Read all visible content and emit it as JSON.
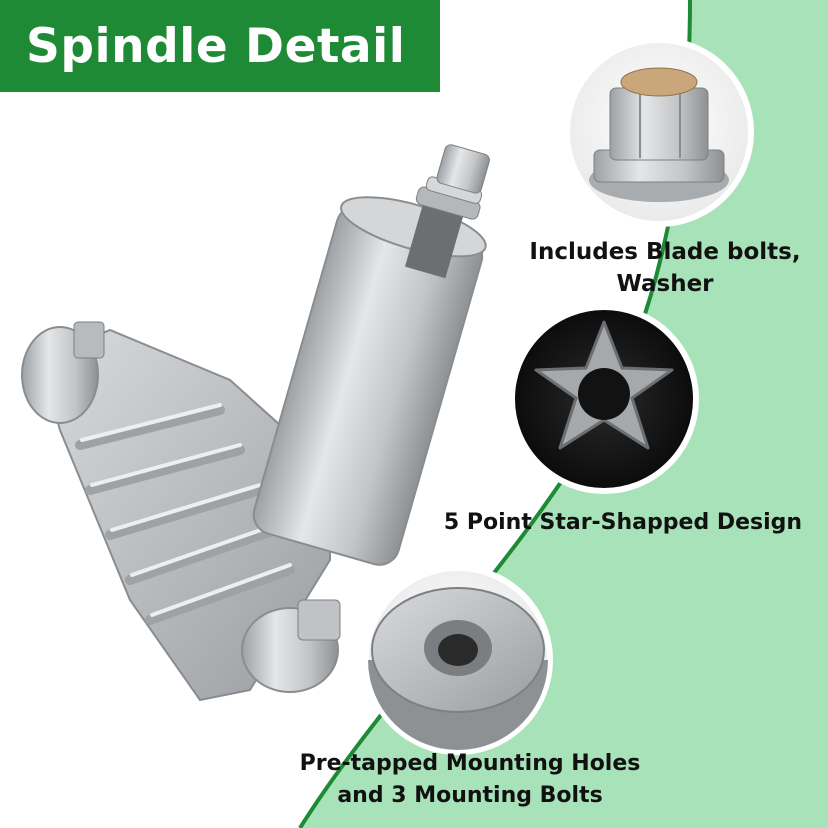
{
  "title": "Spindle Detail",
  "colors": {
    "banner": "#1e8a35",
    "background_accent": "#a8e2b8",
    "accent_edge": "#1e8a35",
    "metal": "#c4c6c8"
  },
  "callouts": [
    {
      "lines": [
        "Includes Blade bolts,",
        "Washer"
      ],
      "icon": "flange-lock-nut-icon"
    },
    {
      "lines": [
        "5 Point Star-Shapped Design"
      ],
      "icon": "star-bore-icon"
    },
    {
      "lines": [
        "Pre-tapped Mounting Holes",
        "and 3 Mounting Bolts"
      ],
      "icon": "threaded-hole-icon"
    }
  ],
  "product": {
    "icon": "mower-spindle-assembly-icon"
  }
}
